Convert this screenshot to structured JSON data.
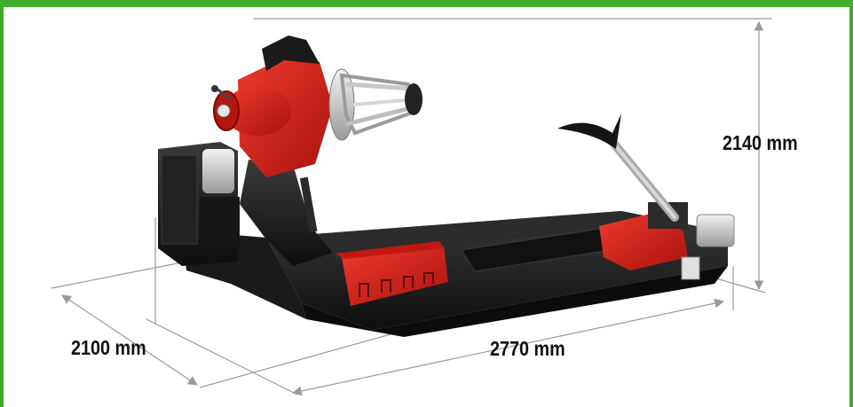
{
  "dimensions": {
    "height": "2140 mm",
    "depth": "2100 mm",
    "width": "2770 mm"
  },
  "colors": {
    "border": "#3fae2a",
    "machine_red": "#d8201c",
    "machine_black": "#1c1c1c",
    "dimension_line": "#8a8a8a"
  }
}
